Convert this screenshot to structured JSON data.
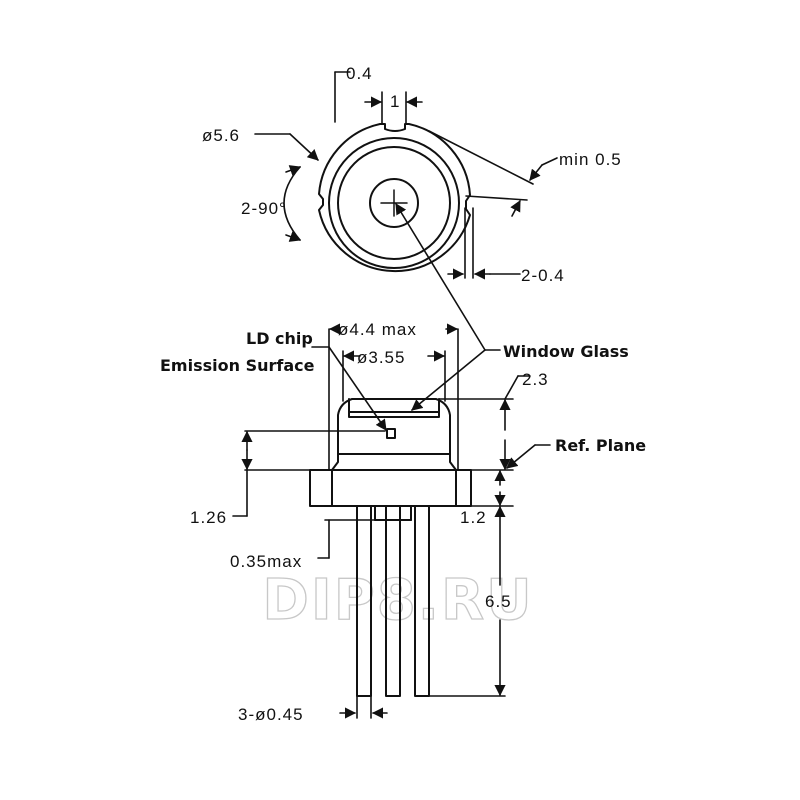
{
  "labels": {
    "dim_0_4": "0.4",
    "dim_1": "1",
    "dim_dia_5_6": "ø5.6",
    "dim_min_0_5": "min 0.5",
    "dim_2_90": "2-90°",
    "dim_2_0_4": "2-0.4",
    "ld_chip": "LD chip",
    "emission_surface": "Emission Surface",
    "dim_dia_4_4": "ø4.4 max",
    "dim_dia_3_55": "ø3.55",
    "window_glass": "Window Glass",
    "dim_2_3": "2.3",
    "ref_plane": "Ref. Plane",
    "dim_1_26": "1.26",
    "dim_1_2": "1.2",
    "dim_0_35max": "0.35max",
    "dim_6_5": "6.5",
    "dim_3_dia_0_45": "3-ø0.45",
    "watermark": "DIP8.RU"
  },
  "colors": {
    "line": "#111111",
    "watermark_stroke": "#c8c8c8",
    "background": "#ffffff"
  }
}
